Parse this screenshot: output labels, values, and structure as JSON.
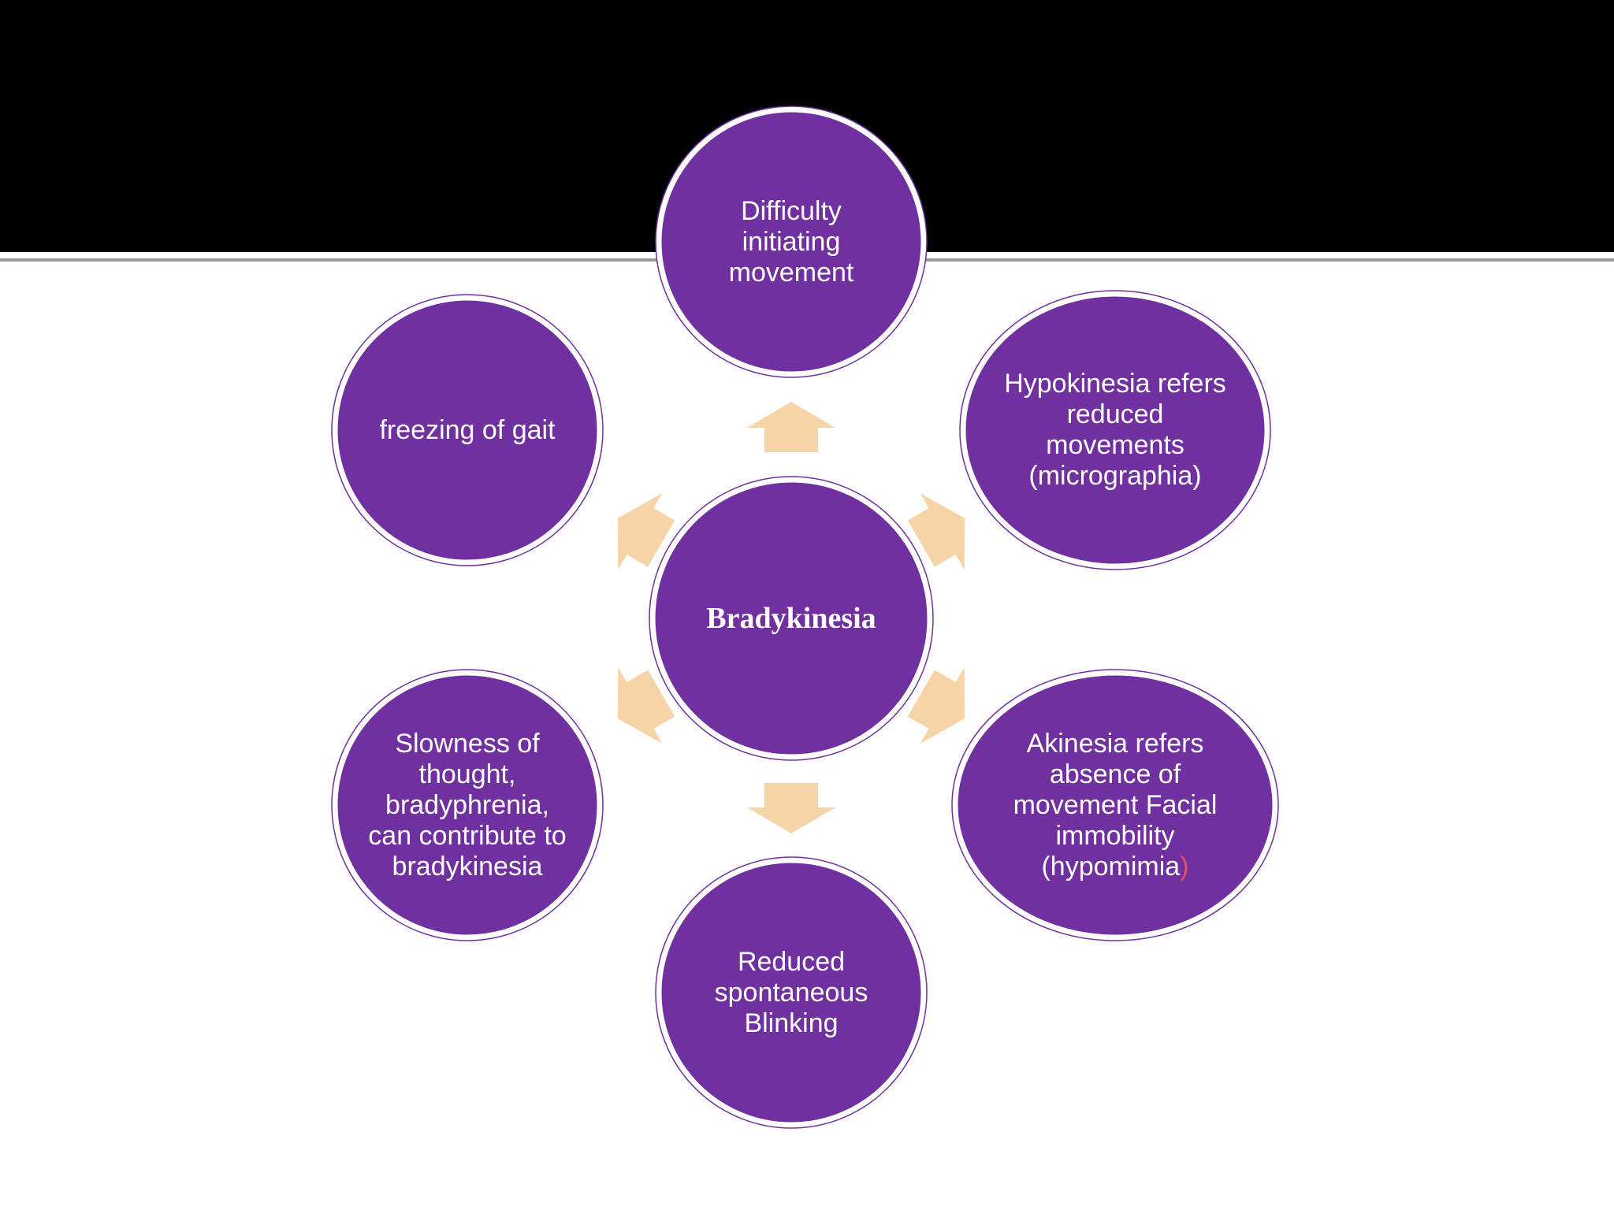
{
  "colors": {
    "node_fill": "#7030A0",
    "node_ring": "#ffffff",
    "node_outline": "#7030A0",
    "arrow_fill": "#F7D3A8",
    "header": "#000000",
    "accent": "#E05555"
  },
  "center": {
    "label": "Bradykinesia"
  },
  "nodes": [
    {
      "id": "top",
      "label": "Difficulty initiating movement"
    },
    {
      "id": "upper-right",
      "label": "Hypokinesia refers reduced movements (micrographia)"
    },
    {
      "id": "lower-right",
      "label": "Akinesia refers absence of movement Facial immobility (hypomimia",
      "suffix": ")"
    },
    {
      "id": "bottom",
      "label": "Reduced spontaneous Blinking"
    },
    {
      "id": "lower-left",
      "label": "Slowness of thought, bradyphrenia, can contribute to bradykinesia"
    },
    {
      "id": "upper-left",
      "label": "freezing of gait"
    }
  ],
  "arrows": [
    {
      "id": "up"
    },
    {
      "id": "upper-right"
    },
    {
      "id": "lower-right"
    },
    {
      "id": "down"
    },
    {
      "id": "lower-left"
    },
    {
      "id": "upper-left"
    }
  ]
}
